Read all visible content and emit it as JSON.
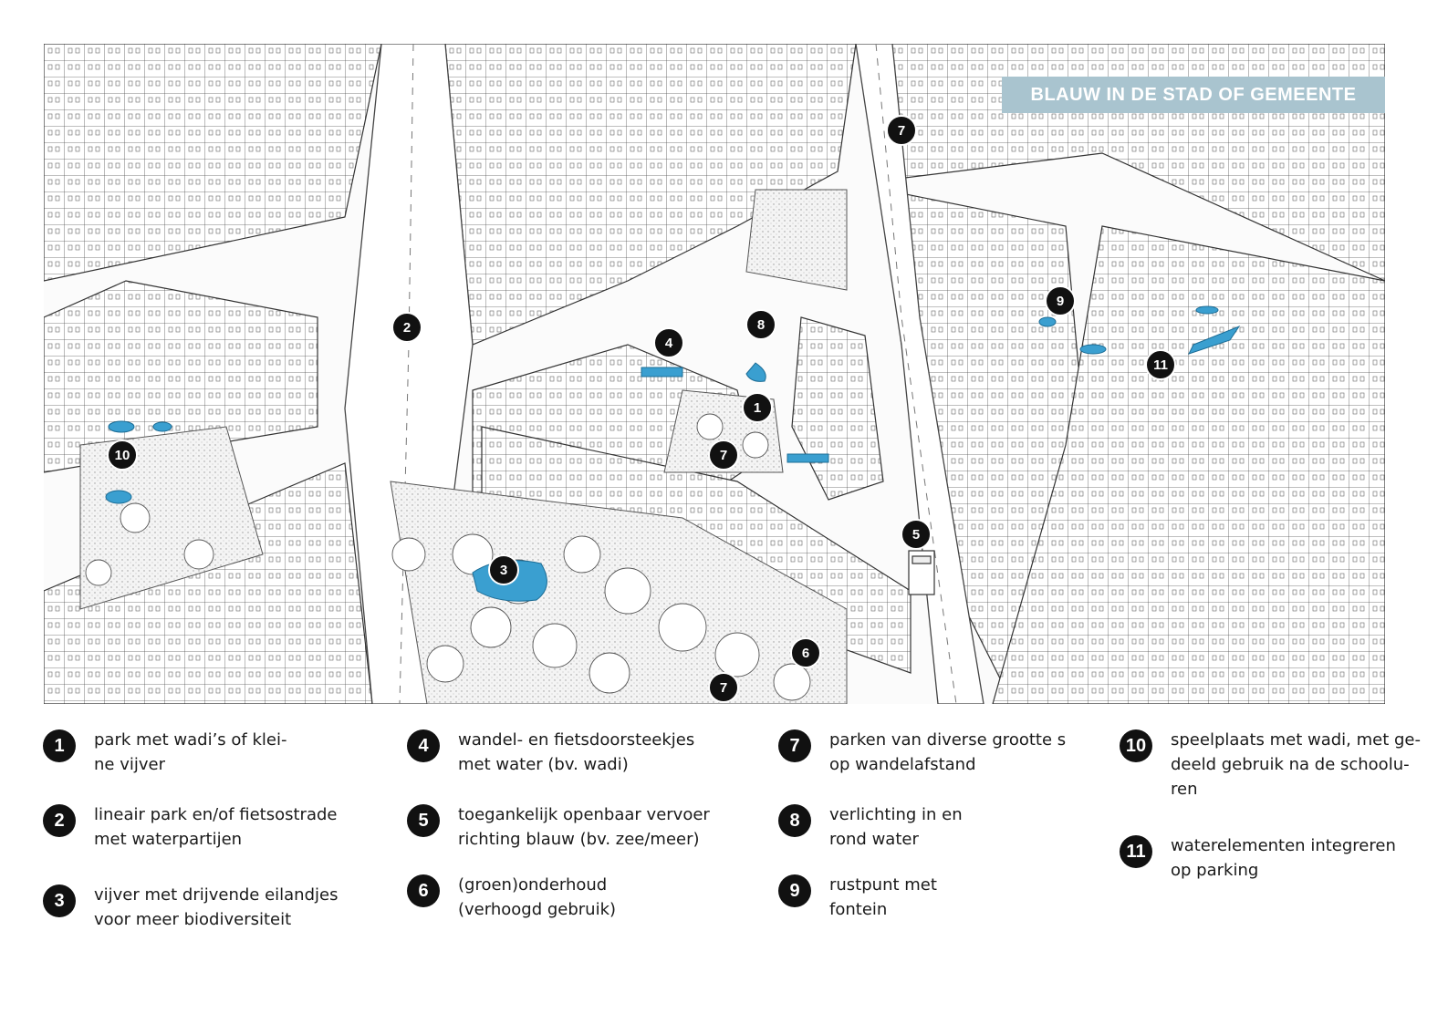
{
  "map": {
    "title": "BLAUW IN DE STAD OF GEMEENTE",
    "markers": [
      "2",
      "7",
      "8",
      "4",
      "1",
      "7",
      "9",
      "11",
      "10",
      "5",
      "3",
      "6",
      "7"
    ]
  },
  "legend": {
    "items": [
      {
        "num": "1",
        "text": "park met wadi’s of klei-\nne vijver"
      },
      {
        "num": "2",
        "text": "lineair park en/of fietsostrade\nmet waterpartijen"
      },
      {
        "num": "3",
        "text": "vijver met drijvende eilandjes\nvoor meer biodiversiteit"
      },
      {
        "num": "4",
        "text": "wandel- en fietsdoorsteekjes\nmet water (bv. wadi)"
      },
      {
        "num": "5",
        "text": "toegankelijk openbaar vervoer\nrichting blauw (bv. zee/meer)"
      },
      {
        "num": "6",
        "text": "(groen)onderhoud\n(verhoogd gebruik)"
      },
      {
        "num": "7",
        "text": "parken van diverse grootte s\nop wandelafstand"
      },
      {
        "num": "8",
        "text": "verlichting in en\nrond water"
      },
      {
        "num": "9",
        "text": "rustpunt met\nfontein"
      },
      {
        "num": "10",
        "text": "speelplaats met wadi, met ge-\ndeeld gebruik na de schoolu-\nren"
      },
      {
        "num": "11",
        "text": "waterelementen integreren\nop parking"
      }
    ]
  },
  "colors": {
    "water": "#3a9fd0",
    "title_band": "#a9c4cf",
    "marker": "#111111"
  }
}
